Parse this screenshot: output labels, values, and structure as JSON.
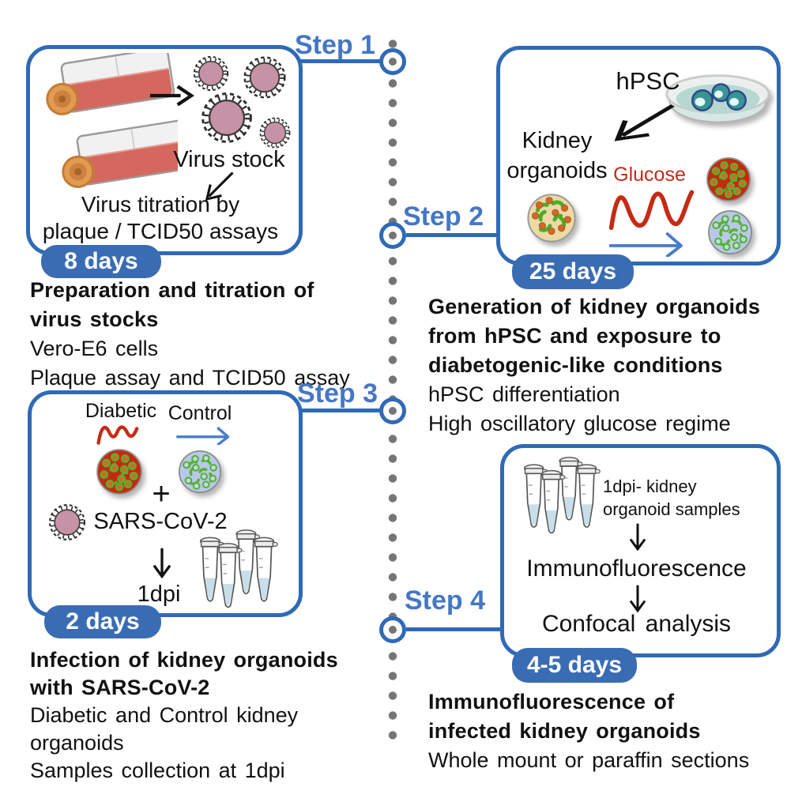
{
  "palette": {
    "accent_blue": "#2f6ab5",
    "step_label_blue": "#4577c4",
    "badge_blue": "#3a6cb3",
    "glucose_red": "#c52b14",
    "dot_gray": "#757575",
    "virus_pink": "#c593a5",
    "organoid_red": "#c7290f",
    "organoid_blue": "#b9c8e9",
    "organoid_tan": "#ecd9a4",
    "flask_media_red": "#d5685e",
    "flask_cap_orange": "#e29b51",
    "tube_liquid_blue": "#c8dfe9",
    "dish_teal": "#b7d8d2"
  },
  "step1": {
    "label": "Step 1",
    "badge": "8 days",
    "box": {
      "virus_stock": "Virus stock",
      "titration_line1": "Virus titration by",
      "titration_line2": "plaque / TCID50 assays"
    },
    "caption_bold": [
      "Preparation and titration of",
      "virus stocks"
    ],
    "caption": [
      "Vero-E6 cells",
      "Plaque assay and TCID50 assay"
    ]
  },
  "step2": {
    "label": "Step 2",
    "badge": "25 days",
    "box": {
      "hpsc": "hPSC",
      "kidney_line1": "Kidney",
      "kidney_line2": "organoids",
      "glucose": "Glucose"
    },
    "caption_bold": [
      "Generation of kidney organoids",
      "from hPSC and exposure to",
      "diabetogenic-like conditions"
    ],
    "caption": [
      "hPSC differentiation",
      "High oscillatory glucose regime"
    ]
  },
  "step3": {
    "label": "Step 3",
    "badge": "2 days",
    "box": {
      "diabetic": "Diabetic",
      "control": "Control",
      "plus": "+",
      "virus": "SARS-CoV-2",
      "dpi": "1dpi"
    },
    "caption_bold": [
      "Infection of kidney organoids",
      "with SARS-CoV-2"
    ],
    "caption": [
      "Diabetic and Control kidney",
      "organoids",
      "Samples collection at 1dpi"
    ]
  },
  "step4": {
    "label": "Step 4",
    "badge": "4-5 days",
    "box": {
      "samples_line1": "1dpi- kidney",
      "samples_line2": "organoid samples",
      "immuno": "Immunofluorescence",
      "confocal": "Confocal analysis"
    },
    "caption_bold": [
      "Immunofluorescence of",
      "infected kidney organoids"
    ],
    "caption": [
      "Whole mount or paraffin sections"
    ]
  }
}
